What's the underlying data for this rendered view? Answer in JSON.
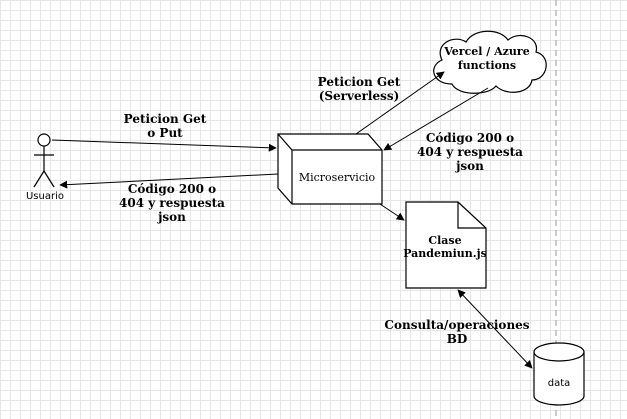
{
  "nodes": {
    "user_label": "Usuario",
    "microservice_label": "Microservicio",
    "cloud_label": "Vercel / Azure\nfunctions",
    "class_label": "Clase\nPandemiun.js",
    "db_label": "data"
  },
  "edges": {
    "user_to_ms": "Peticion Get\no Put",
    "ms_to_user": "Código 200 o\n404 y respuesta\njson",
    "ms_to_cloud": "Peticion Get\n(Serverless)",
    "cloud_to_ms": "Código 200 o\n404 y respuesta\njson",
    "class_db": "Consulta/operaciones\nBD"
  },
  "colors": {
    "stroke": "#000000",
    "fill": "#ffffff",
    "grid": "#e6e6e6",
    "page_boundary": "#999999"
  }
}
